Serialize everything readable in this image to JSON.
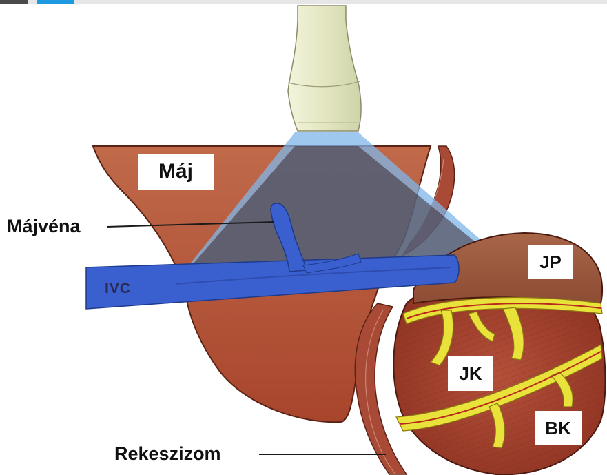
{
  "labels": {
    "liver": "Máj",
    "hepatic_vein": "Májvéna",
    "ivc": "IVC",
    "right_atrium": "JP",
    "right_ventricle": "JK",
    "left_ventricle": "BK",
    "diaphragm": "Rekeszizom"
  },
  "colors": {
    "liver": "#b0573b",
    "vessel": "#3a5fcf",
    "ultrasound_beam": "#7fb6e8",
    "beam_shadow": "#3a2a30",
    "heart_muscle": "#a8432c",
    "coronary_fat": "#e8e23a",
    "diaphragm": "#a84a36",
    "probe": "#e6e8c8"
  },
  "icons": {
    "probe": "ultrasound-probe-icon"
  }
}
